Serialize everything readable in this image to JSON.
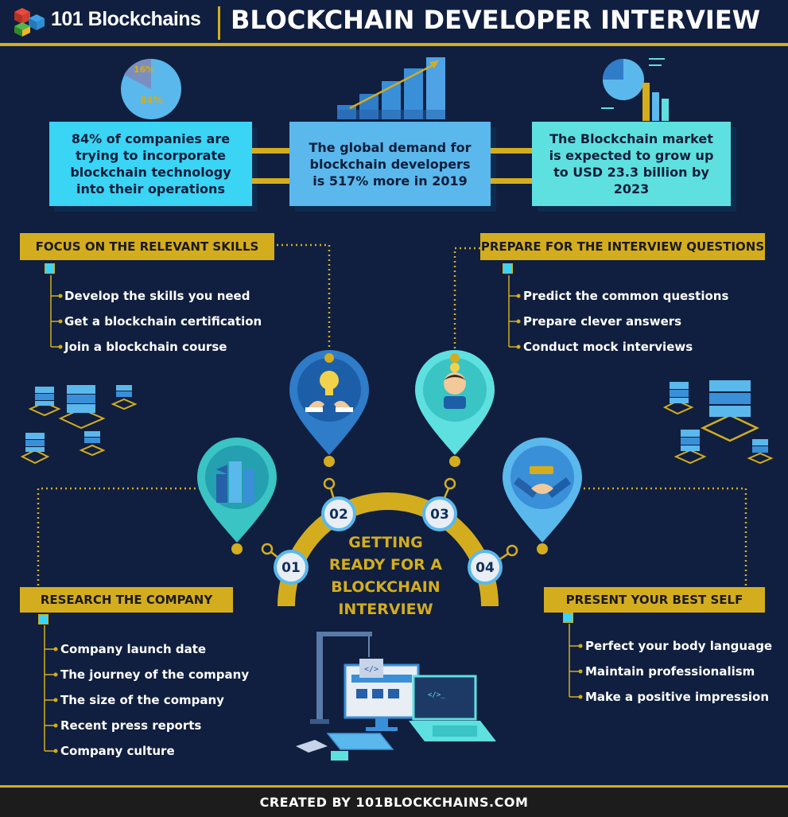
{
  "header": {
    "logo_text": "101 Blockchains",
    "title": "BLOCKCHAIN DEVELOPER INTERVIEW"
  },
  "stats": [
    {
      "lines": [
        "84% of companies are",
        "trying to incorporate",
        "blockchain technology",
        "into their operations"
      ],
      "icon": "pie-chart-icon",
      "pie_labels": [
        "16%",
        "84%"
      ]
    },
    {
      "lines": [
        "The global demand for",
        "blockchain developers",
        "is 517% more in 2019"
      ],
      "icon": "growth-bar-chart-icon"
    },
    {
      "lines": [
        "The Blockchain market",
        "is expected to grow up",
        "to USD 23.3 billion by",
        "2023"
      ],
      "icon": "market-chart-icon"
    }
  ],
  "sections": {
    "focus": {
      "title": "FOCUS ON THE RELEVANT SKILLS",
      "items": [
        "Develop the skills you need",
        "Get a blockchain certification",
        "Join a blockchain course"
      ]
    },
    "prepare": {
      "title": "PREPARE FOR THE INTERVIEW QUESTIONS",
      "items": [
        "Predict the common questions",
        "Prepare clever answers",
        "Conduct mock interviews"
      ]
    },
    "research": {
      "title": "RESEARCH THE COMPANY",
      "items": [
        "Company launch date",
        "The journey of the company",
        "The size of the company",
        "Recent press reports",
        "Company culture"
      ]
    },
    "present": {
      "title": "PRESENT YOUR BEST SELF",
      "items": [
        "Perfect your body language",
        "Maintain professionalism",
        "Make a positive impression"
      ]
    }
  },
  "steps": [
    "01",
    "02",
    "03",
    "04"
  ],
  "center_title": [
    "GETTING",
    "READY FOR A",
    "BLOCKCHAIN",
    "INTERVIEW"
  ],
  "footer": "CREATED BY 101BLOCKCHAINS.COM",
  "colors": {
    "background": "#101f3f",
    "gold": "#d4ad1f",
    "cyan": "#3ad4f5",
    "teal": "#5fe0e0",
    "light_blue": "#5ab8ec"
  }
}
